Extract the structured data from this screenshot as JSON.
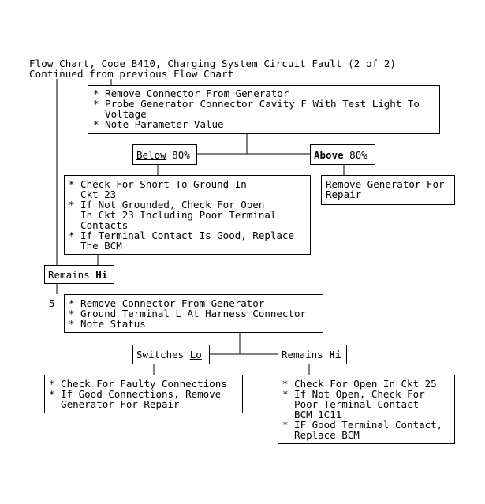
{
  "header": {
    "title": "Flow Chart, Code B410, Charging System Circuit Fault (2 of 2)",
    "subtitle": "Continued from previous Flow Chart"
  },
  "step_number": "5",
  "box_top": {
    "lines": [
      "* Remove Connector From Generator",
      "* Probe Generator Connector Cavity F With Test Light To",
      "  Voltage",
      "* Note Parameter Value"
    ]
  },
  "branch_below": {
    "keyword": "Below",
    "value": " 80%"
  },
  "branch_above": {
    "keyword": "Above",
    "value": " 80%"
  },
  "box_below": {
    "lines": [
      "* Check For Short To Ground In",
      "  Ckt 23",
      "* If Not Grounded, Check For Open",
      "  In Ckt 23 Including Poor Terminal",
      "  Contacts",
      "* If Terminal Contact Is Good, Replace",
      "  The BCM"
    ]
  },
  "box_above": {
    "lines": [
      "Remove Generator For",
      "Repair"
    ]
  },
  "remains_hi_1": {
    "text": "Remains ",
    "keyword": "Hi"
  },
  "box_step5": {
    "lines": [
      "* Remove Connector From Generator",
      "* Ground Terminal L At Harness Connector",
      "* Note Status"
    ]
  },
  "switches_lo": {
    "text": "Switches ",
    "keyword": "Lo"
  },
  "remains_hi_2": {
    "text": "Remains ",
    "keyword": "Hi"
  },
  "box_faulty": {
    "lines": [
      "* Check For Faulty Connections",
      "* If Good Connections, Remove",
      "  Generator For Repair"
    ]
  },
  "box_open": {
    "lines": [
      "* Check For Open In Ckt 25",
      "* If Not Open, Check For",
      "  Poor Terminal Contact",
      "  BCM 1C11",
      "* IF Good Terminal Contact,",
      "  Replace BCM"
    ]
  }
}
